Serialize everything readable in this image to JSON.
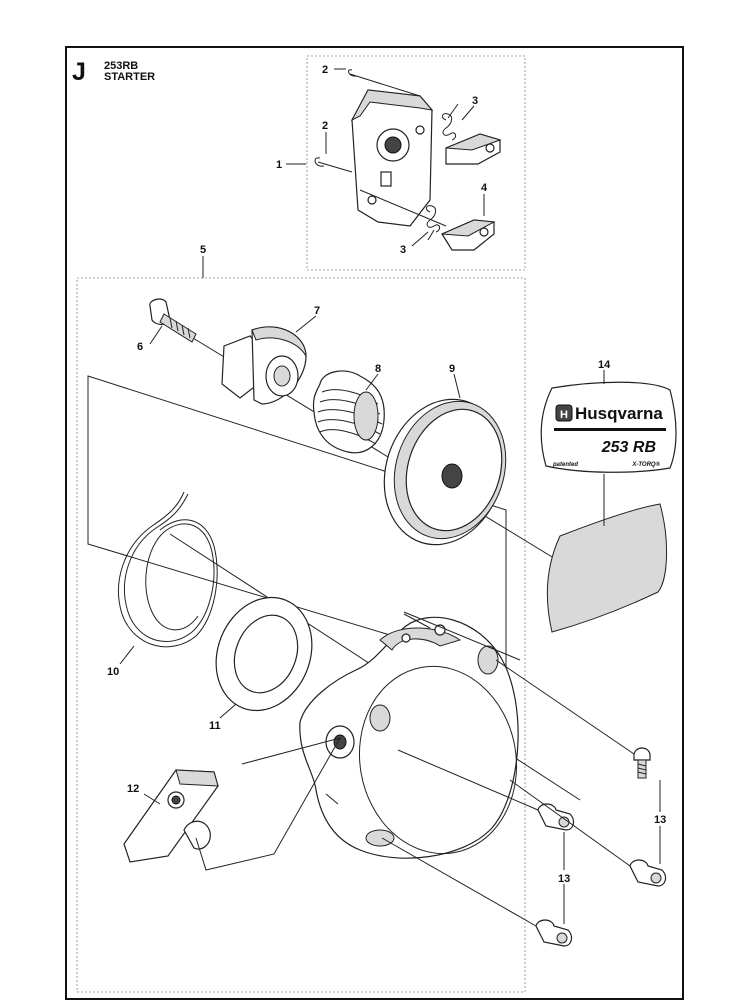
{
  "section": {
    "letter": "J",
    "model": "253RB",
    "title": "STARTER"
  },
  "callouts": [
    "1",
    "2",
    "2",
    "3",
    "3",
    "4",
    "5",
    "6",
    "7",
    "8",
    "9",
    "10",
    "11",
    "12",
    "13",
    "13",
    "14"
  ],
  "decal": {
    "brand": "Husqvarna",
    "model": "253 RB",
    "note_left": "patented",
    "note_right": "X-TORQ®"
  }
}
